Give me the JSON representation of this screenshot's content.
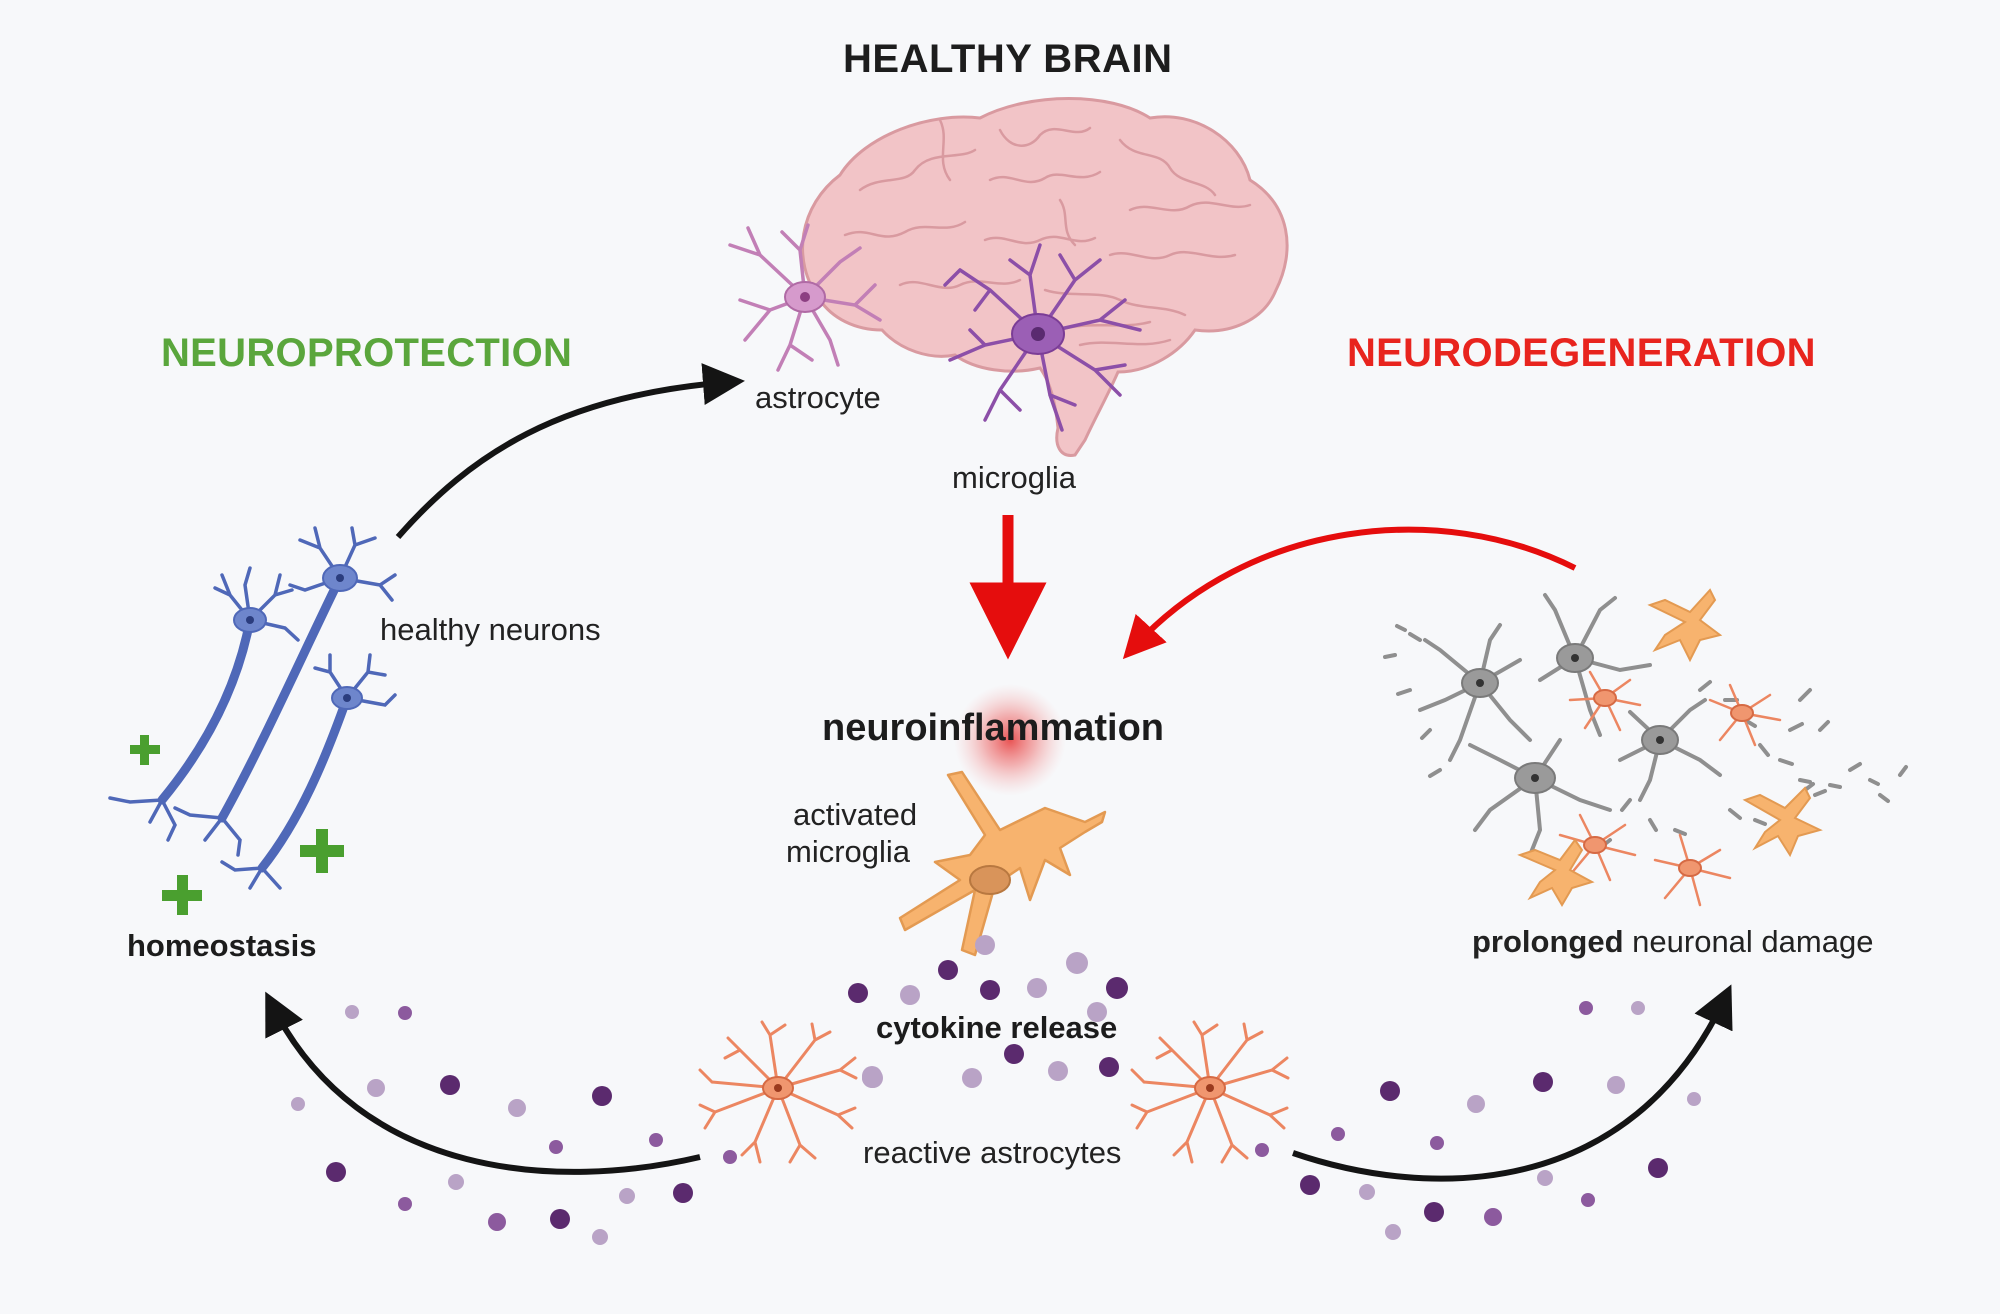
{
  "colors": {
    "background": "#f7f8fa",
    "neuroprotection": "#5aa63c",
    "neurodegeneration": "#e8241e",
    "healthy_neuron": "#4f68b8",
    "astrocyte_healthy": "#c27fb6",
    "microglia_healthy": "#8c4fa8",
    "activated_microglia": "#f7b36e",
    "reactive_astrocyte": "#ec8661",
    "degenerated_cell": "#8f8f8f",
    "cytokine_dark": "#5b2a6e",
    "cytokine_light": "#b9a3c6",
    "plus_sign": "#4a9f2f",
    "arrow_black": "#141414",
    "arrow_red": "#e50d0d"
  },
  "labels": {
    "healthy_brain": "HEALTHY BRAIN",
    "neuroprotection": "NEUROPROTECTION",
    "neurodegeneration": "NEURODEGENERATION",
    "astrocyte": "astrocyte",
    "microglia": "microglia",
    "healthy_neurons": "healthy neurons",
    "homeostasis": "homeostasis",
    "neuroinflammation": "neuroinflammation",
    "activated_microglia_line1": "activated",
    "activated_microglia_line2": "microglia",
    "cytokine_release": "cytokine release",
    "reactive_astrocytes": "reactive astrocytes",
    "prolonged": "prolonged",
    "neuronal_damage": " neuronal damage"
  },
  "icons": {
    "brain": "brain-illustration",
    "plus": "plus-icon",
    "cytokine": "cytokine-dot-icon",
    "inflammation_glow": "inflammation-glow-icon"
  }
}
